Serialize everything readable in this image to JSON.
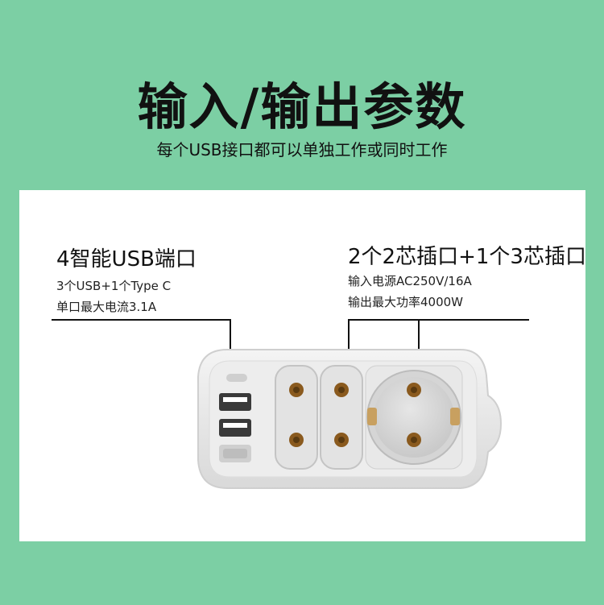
{
  "header": {
    "title": "输入/输出参数",
    "subtitle": "每个USB接口都可以单独工作或同时工作"
  },
  "left_spec": {
    "heading": "4智能USB端口",
    "lines": [
      "3个USB+1个Type C",
      "单口最大电流3.1A"
    ]
  },
  "right_spec": {
    "heading": "2个2芯插口+1个3芯插口",
    "lines": [
      "输入电源AC250V/16A",
      "输出最大功率4000W"
    ]
  },
  "colors": {
    "background": "#7ccfa4",
    "panel": "#ffffff",
    "pin": "#8a5a1e"
  }
}
